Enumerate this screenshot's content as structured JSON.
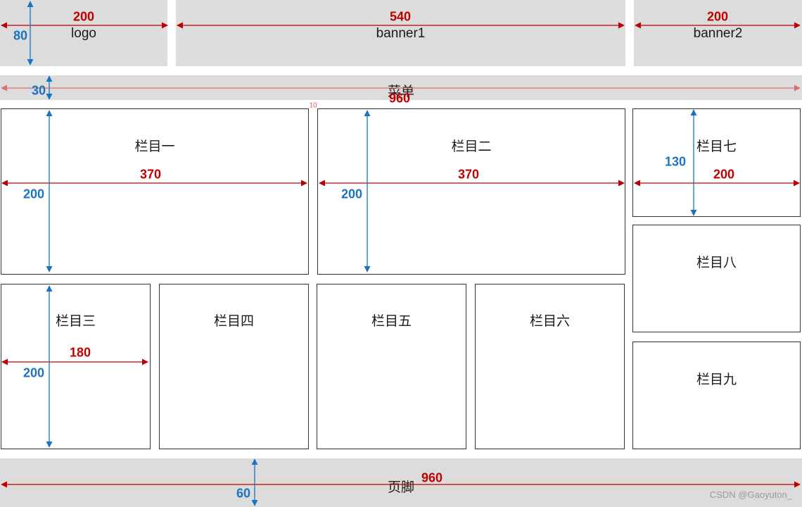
{
  "header": {
    "logo": "logo",
    "banner1": "banner1",
    "banner2": "banner2"
  },
  "menu": "菜单",
  "columns": {
    "c1": "栏目一",
    "c2": "栏目二",
    "c3": "栏目三",
    "c4": "栏目四",
    "c5": "栏目五",
    "c6": "栏目六",
    "c7": "栏目七",
    "c8": "栏目八",
    "c9": "栏目九"
  },
  "footer": "页脚",
  "dimensions": {
    "logo_width": "200",
    "logo_height": "80",
    "banner1_width": "540",
    "banner2_width": "200",
    "menu_height": "30",
    "menu_width": "960",
    "gap": "10",
    "c1_width": "370",
    "c1_height": "200",
    "c2_width": "370",
    "c2_height": "200",
    "c7_height": "130",
    "c7_width": "200",
    "c3_width": "180",
    "c3_height": "200",
    "footer_height": "60",
    "footer_width": "960"
  },
  "watermark": "CSDN @Gaoyuton_",
  "colors": {
    "block_fill": "#dcdcdc",
    "width_arrow": "#c00000",
    "height_arrow": "#1a73c0"
  }
}
